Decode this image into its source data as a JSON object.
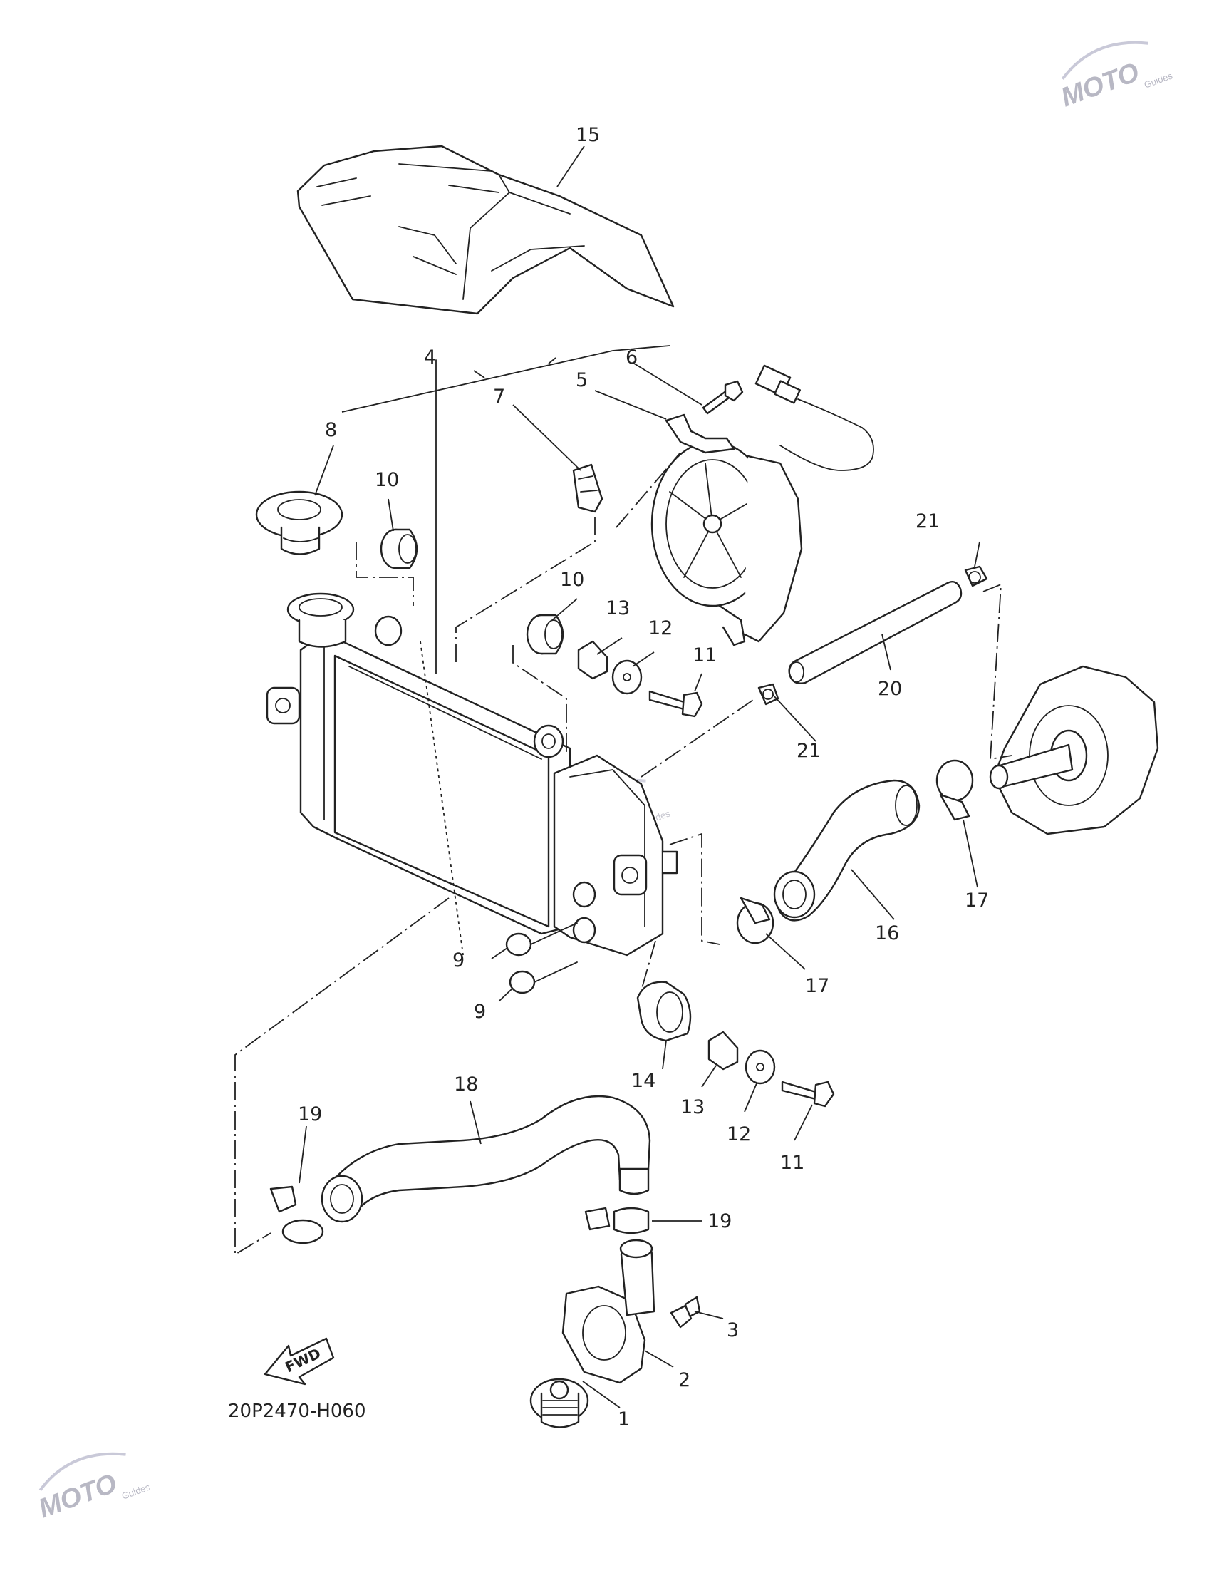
{
  "watermark": {
    "brand": "MOTO",
    "sub": "Guides"
  },
  "diagram": {
    "code": "20P2470-H060",
    "fwd_label": "FWD",
    "callouts": {
      "c1": "1",
      "c2": "2",
      "c3": "3",
      "c4": "4",
      "c5": "5",
      "c6": "6",
      "c7": "7",
      "c8": "8",
      "c9a": "9",
      "c9b": "9",
      "c10a": "10",
      "c10b": "10",
      "c11a": "11",
      "c11b": "11",
      "c12a": "12",
      "c12b": "12",
      "c13a": "13",
      "c13b": "13",
      "c14": "14",
      "c15": "15",
      "c16": "16",
      "c17a": "17",
      "c17b": "17",
      "c18": "18",
      "c19a": "19",
      "c19b": "19",
      "c20": "20",
      "c21a": "21",
      "c21b": "21"
    }
  }
}
